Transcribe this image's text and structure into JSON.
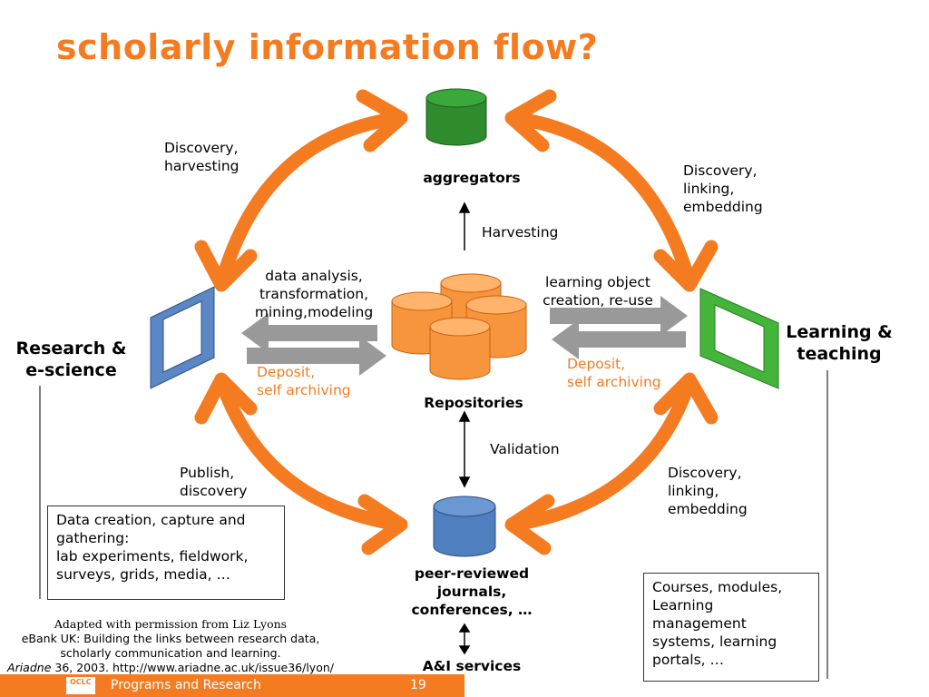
{
  "slide": {
    "title": "scholarly information flow?",
    "footer_text": "Programs and Research",
    "page_number": "19",
    "logo_text": "OCLC"
  },
  "nodes": {
    "aggregators": "aggregators",
    "repositories": "Repositories",
    "journals": "peer-reviewed\njournals,\nconferences, …",
    "ai_services": "A&I services",
    "research": "Research &\ne-science",
    "learning": "Learning &\nteaching"
  },
  "labels": {
    "top_left": "Discovery,\nharvesting",
    "top_right": "Discovery,\nlinking,\nembedding",
    "harvesting": "Harvesting",
    "data_analysis": "data analysis,\ntransformation,\nmining,modeling",
    "learning_object": "learning object\ncreation, re-use",
    "deposit_left": "Deposit,\nself archiving",
    "deposit_right": "Deposit,\nself archiving",
    "validation": "Validation",
    "bottom_left": "Publish,\ndiscovery",
    "bottom_right": "Discovery,\nlinking,\nembedding"
  },
  "boxes": {
    "research_box": "Data creation, capture and\ngathering:\nlab experiments, fieldwork,\nsurveys, grids, media, …",
    "learning_box": "Courses, modules,\nLearning\nmanagement\nsystems, learning\nportals, …"
  },
  "credit": {
    "line1": "Adapted with permission from Liz Lyons",
    "line2": "eBank UK: Building the links between research data,",
    "line3": "scholarly communication and learning.",
    "journal": "Ariadne",
    "line4_rest": " 36, 2003. http://www.ariadne.ac.uk/issue36/lyon/"
  },
  "colors": {
    "accent": "#f47b20",
    "aggregators": "#2e8b2e",
    "journals": "#4f7fbf",
    "research_frame": "#5b87c5",
    "learning_frame": "#45b53a",
    "gray_arrow": "#999999"
  }
}
